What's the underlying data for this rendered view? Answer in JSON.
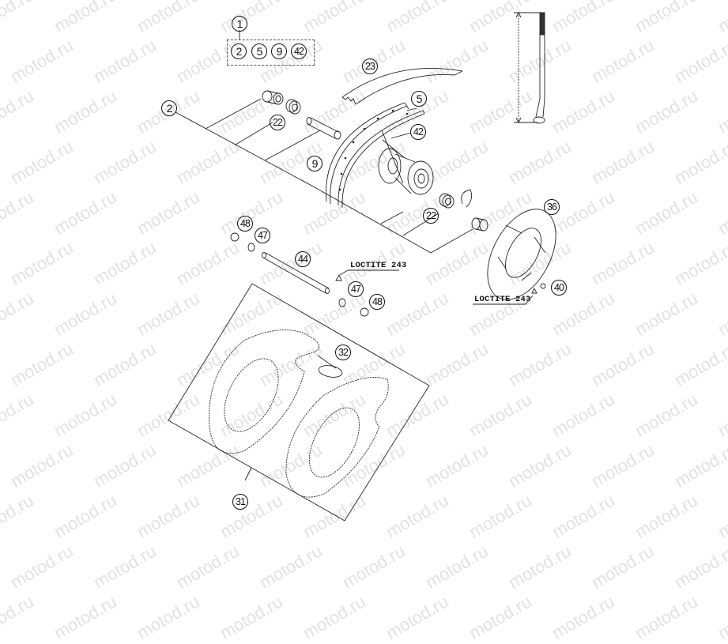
{
  "watermark": "motod.ru",
  "colors": {
    "line": "#222222",
    "watermark": "#e2e2e2",
    "background": "#ffffff"
  },
  "kit": {
    "parent": "1",
    "contents": [
      "2",
      "5",
      "9",
      "42"
    ]
  },
  "callouts": [
    {
      "id": "c2",
      "label": "2",
      "part": "wheel-bearing-spacer-group"
    },
    {
      "id": "c22a",
      "label": "22",
      "part": "bearing-left"
    },
    {
      "id": "c23",
      "label": "23",
      "part": "rim-tape"
    },
    {
      "id": "c5",
      "label": "5",
      "part": "rim"
    },
    {
      "id": "c42",
      "label": "42",
      "part": "spokes"
    },
    {
      "id": "c9",
      "label": "9",
      "part": "spoke-nipple"
    },
    {
      "id": "c22b",
      "label": "22",
      "part": "bearing-right"
    },
    {
      "id": "c36",
      "label": "36",
      "part": "brake-disc"
    },
    {
      "id": "c40",
      "label": "40",
      "part": "disc-screw"
    },
    {
      "id": "c48a",
      "label": "48",
      "part": "nut-left"
    },
    {
      "id": "c47a",
      "label": "47",
      "part": "washer-left"
    },
    {
      "id": "c44",
      "label": "44",
      "part": "wheel-axle"
    },
    {
      "id": "c47b",
      "label": "47",
      "part": "washer-right"
    },
    {
      "id": "c48b",
      "label": "48",
      "part": "nut-right"
    },
    {
      "id": "c32",
      "label": "32",
      "part": "cable-tie"
    },
    {
      "id": "c31",
      "label": "31",
      "part": "sticker-template-sheet"
    }
  ],
  "notes": [
    {
      "id": "n1",
      "text": "LOCTITE 243"
    },
    {
      "id": "n2",
      "text": "LOCTITE 243"
    }
  ]
}
